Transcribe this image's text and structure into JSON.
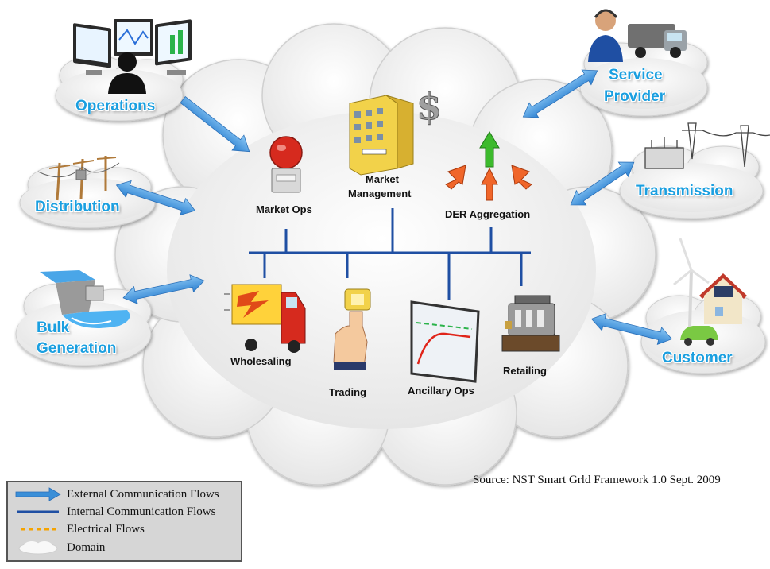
{
  "domains": {
    "operations": "Operations",
    "distribution": "Distribution",
    "bulk_generation_line1": "Bulk",
    "bulk_generation_line2": "Generation",
    "service_provider_line1": "Service",
    "service_provider_line2": "Provider",
    "transmission": "Transmission",
    "customer": "Customer"
  },
  "market_nodes": {
    "market_ops": "Market Ops",
    "market_management_line1": "Market",
    "market_management_line2": "Management",
    "der_aggregation": "DER Aggregation",
    "wholesaling": "Wholesaling",
    "trading": "Trading",
    "ancillary_ops": "Ancillary Ops",
    "retailing": "Retailing"
  },
  "source": "Source: NST Smart Grld Framework 1.0 Sept. 2009",
  "legend": {
    "external": "External Communication Flows",
    "internal": "Internal Communication Flows",
    "electrical": "Electrical Flows",
    "domain": "Domain"
  },
  "colors": {
    "domain_label": "#1a9fe0",
    "bus_line": "#1f4fa3",
    "external_arrow": "#3a8fd8",
    "electrical_flow": "#f5a300",
    "cloud_fill": "#f4f4f4"
  },
  "icons": [
    "monitor-operator-icon",
    "power-pole-icon",
    "hydro-dam-icon",
    "headset-truck-icon",
    "substation-icon",
    "house-windmill-car-icon",
    "alarm-bell-icon",
    "bank-dollar-icon",
    "arrows-up-icon",
    "truck-icon",
    "hand-finger-icon",
    "chart-panel-icon",
    "cash-register-icon"
  ]
}
